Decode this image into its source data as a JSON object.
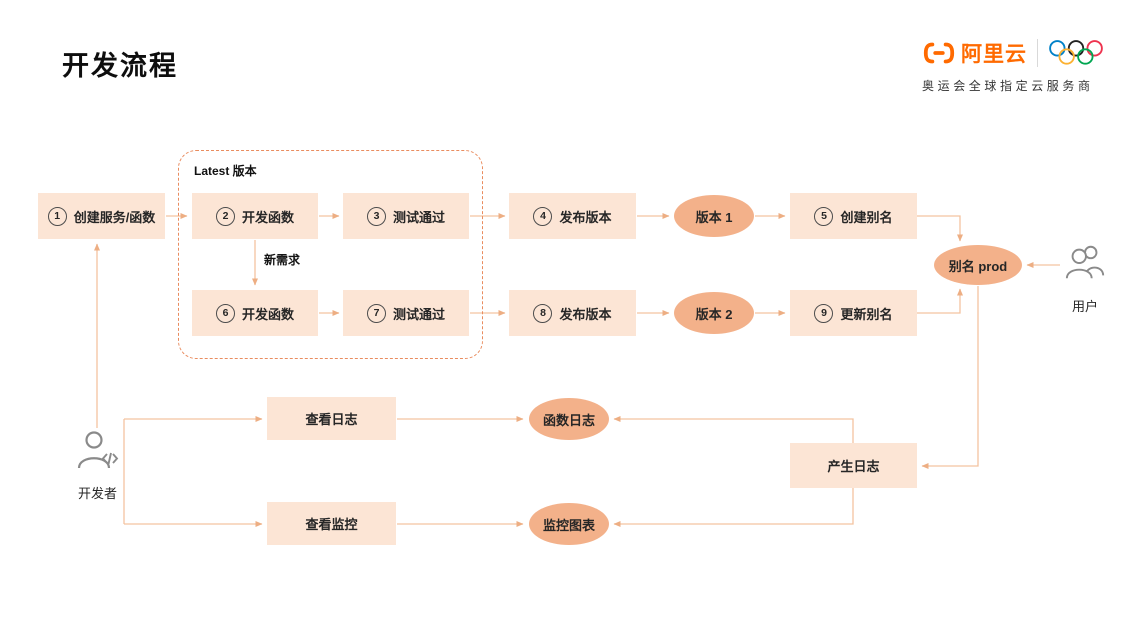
{
  "page": {
    "title": "开发流程"
  },
  "brand": {
    "name": "阿里云",
    "tagline": "奥运会全球指定云服务商"
  },
  "flow": {
    "latest_group_label": "Latest 版本",
    "new_requirement_label": "新需求",
    "steps": [
      {
        "num": "1",
        "label": "创建服务/函数"
      },
      {
        "num": "2",
        "label": "开发函数"
      },
      {
        "num": "3",
        "label": "测试通过"
      },
      {
        "num": "4",
        "label": "发布版本"
      },
      {
        "num": "5",
        "label": "创建别名"
      },
      {
        "num": "6",
        "label": "开发函数"
      },
      {
        "num": "7",
        "label": "测试通过"
      },
      {
        "num": "8",
        "label": "发布版本"
      },
      {
        "num": "9",
        "label": "更新别名"
      }
    ],
    "nodes": {
      "version1": "版本 1",
      "version2": "版本 2",
      "alias": "别名 prod",
      "function_logs": "函数日志",
      "monitor_chart": "监控图表"
    },
    "boxes": {
      "view_logs": "查看日志",
      "view_monitor": "查看监控",
      "generate_logs": "产生日志"
    },
    "actors": {
      "developer": "开发者",
      "user": "用户"
    }
  },
  "colors": {
    "accent": "#FF6A00",
    "box_fill": "#FCE5D5",
    "node_fill": "#F3B18A",
    "line": "#F3C3A0",
    "dashed_border": "#E98C5F"
  }
}
